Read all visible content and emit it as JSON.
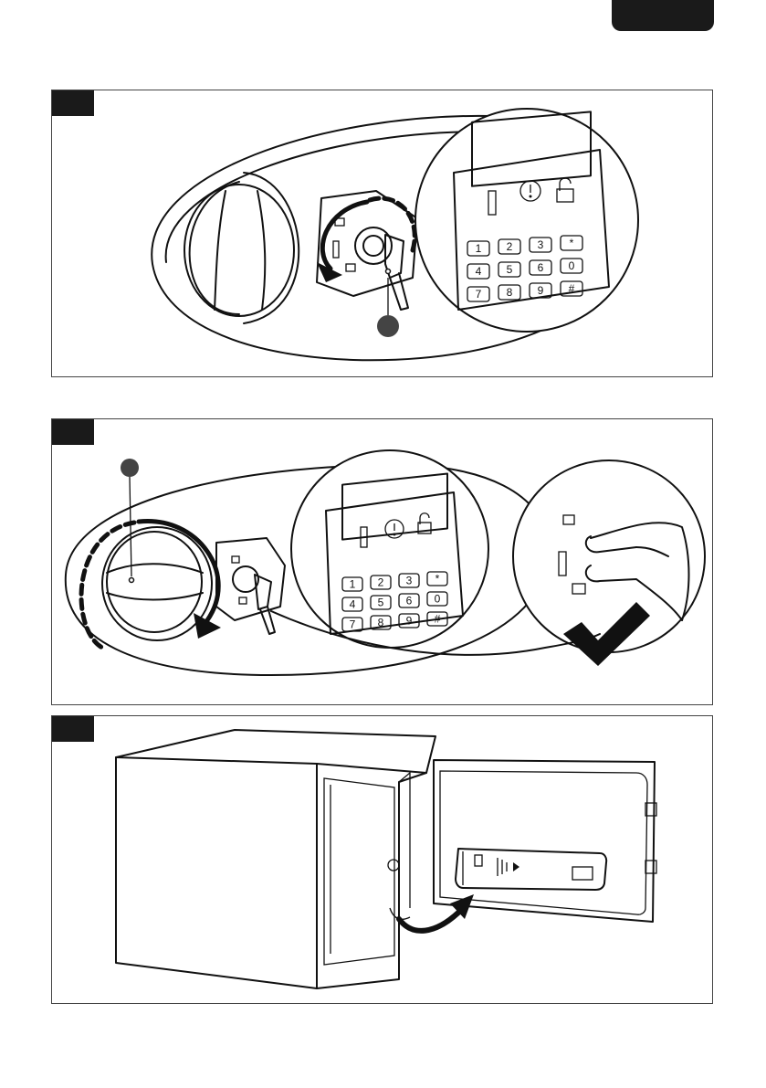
{
  "page": {
    "title": ""
  },
  "colors": {
    "ink": "#111111",
    "badge": "#1a1a1a",
    "background": "#ffffff"
  },
  "steps": [
    {
      "badge_text": "",
      "description": ""
    },
    {
      "badge_text": "",
      "description": ""
    },
    {
      "badge_text": "",
      "description": ""
    }
  ],
  "keypad": {
    "rows": [
      [
        "1",
        "2",
        "3",
        "*"
      ],
      [
        "4",
        "5",
        "6",
        "0"
      ],
      [
        "7",
        "8",
        "9",
        "#"
      ]
    ]
  },
  "icons": [
    "battery-icon",
    "alert-icon",
    "unlock-icon",
    "key-icon",
    "arrow-rotate-icon",
    "checkmark-icon",
    "hand-icon"
  ]
}
